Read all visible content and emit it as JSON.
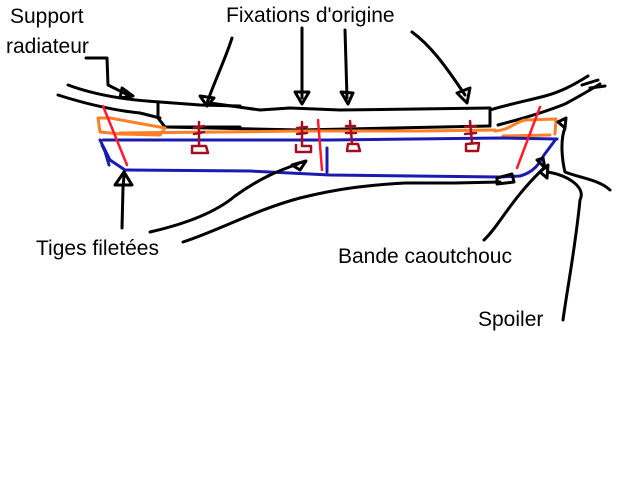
{
  "diagram": {
    "labels": {
      "support_radiateur_line1": "Support",
      "support_radiateur_line2": "radiateur",
      "fixations_origine": "Fixations d'origine",
      "tiges_filetees": "Tiges filetées",
      "bande_caoutchouc": "Bande caoutchouc",
      "spoiler": "Spoiler"
    },
    "colors": {
      "outline": "#000000",
      "radiator_support": "#000000",
      "rubber_band": "#ff7f27",
      "spoiler": "#1a1ab0",
      "threaded_rods": "#ff1a2e",
      "original_fasteners": "#a01020"
    },
    "parts": [
      "Support radiateur",
      "Fixations d'origine",
      "Tiges filetées",
      "Bande caoutchouc",
      "Spoiler"
    ]
  }
}
